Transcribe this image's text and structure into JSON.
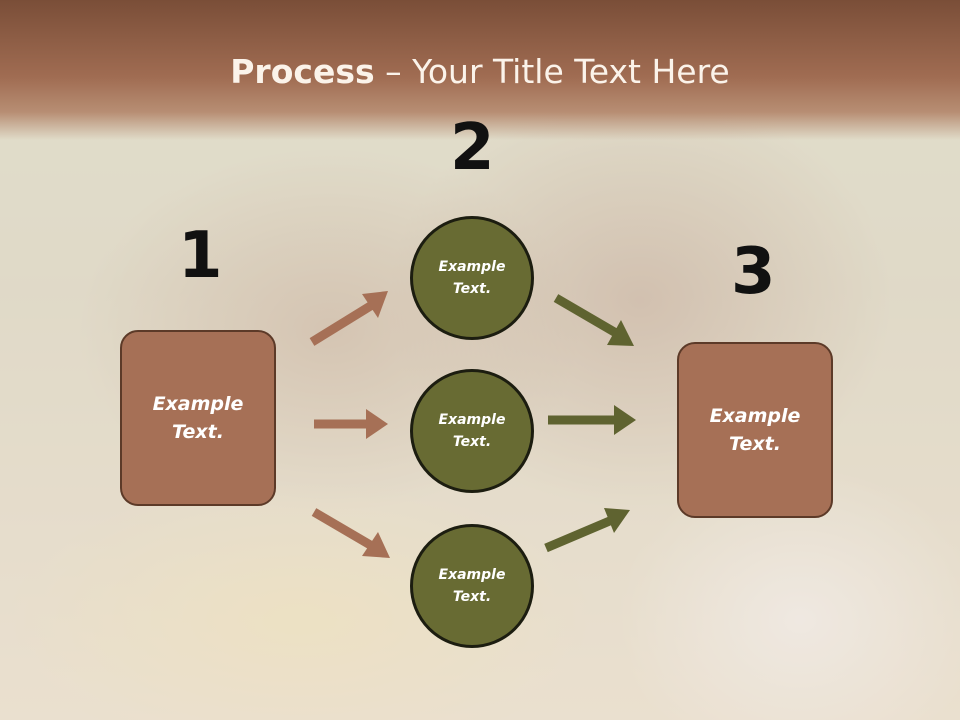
{
  "title": {
    "bold": "Process",
    "dash": " – ",
    "rest": "Your Title Text Here"
  },
  "numbers": {
    "one": "1",
    "two": "2",
    "three": "3"
  },
  "left_box": {
    "text": "Example Text."
  },
  "right_box": {
    "text": "Example Text."
  },
  "circles": [
    {
      "text": "Example Text."
    },
    {
      "text": "Example Text."
    },
    {
      "text": "Example Text."
    }
  ],
  "colors": {
    "box_fill": "#a67056",
    "circle_fill": "#686b33",
    "arrow_brown": "#a67056",
    "arrow_green": "#5f6330",
    "title_band": "#8f5d45"
  }
}
